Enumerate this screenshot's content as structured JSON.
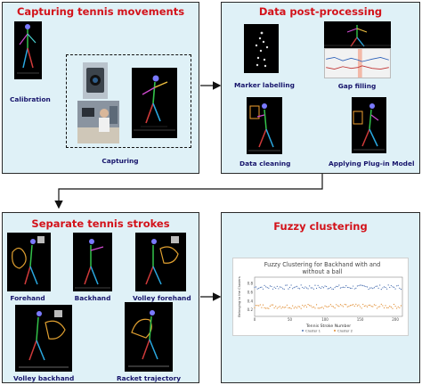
{
  "panels": {
    "capturing": {
      "title": "Capturing tennis movements",
      "calibration": "Calibration",
      "capturing": "Capturing"
    },
    "postprocessing": {
      "title": "Data post-processing",
      "marker_labelling": "Marker labelling",
      "gap_filling": "Gap filling",
      "data_cleaning": "Data cleaning",
      "applying_plugin": "Applying Plug-in Model"
    },
    "strokes": {
      "title": "Separate tennis strokes",
      "forehand": "Forehand",
      "backhand": "Backhand",
      "volley_forehand": "Volley forehand",
      "volley_backhand": "Volley backhand",
      "racket_trajectory": "Racket trajectory"
    },
    "fuzzy": {
      "title": "Fuzzy clustering"
    }
  },
  "colors": {
    "panel_bg": "#dff1f7",
    "title_red": "#d3121a",
    "caption_navy": "#16146b",
    "cluster1": "#4a6fb0",
    "cluster2": "#e08a2c"
  },
  "chart_data": {
    "type": "scatter",
    "title_line1": "Fuzzy Clustering for Backhand with and",
    "title_line2": "without a ball",
    "xlabel": "Tennis Stroke Number",
    "ylabel": "Belonging to the Clusters",
    "xlim": [
      0,
      210
    ],
    "ylim": [
      0.05,
      0.95
    ],
    "x_ticks": [
      "0",
      "50",
      "100",
      "150",
      "200"
    ],
    "y_ticks": [
      "0.2",
      "0.4",
      "0.6",
      "0.8"
    ],
    "legend_placement": "bottom",
    "series": [
      {
        "name": "Cluster 1",
        "approx_level": 0.72,
        "spread": 0.05,
        "count": 210
      },
      {
        "name": "Cluster 2",
        "approx_level": 0.28,
        "spread": 0.05,
        "count": 210
      }
    ]
  }
}
